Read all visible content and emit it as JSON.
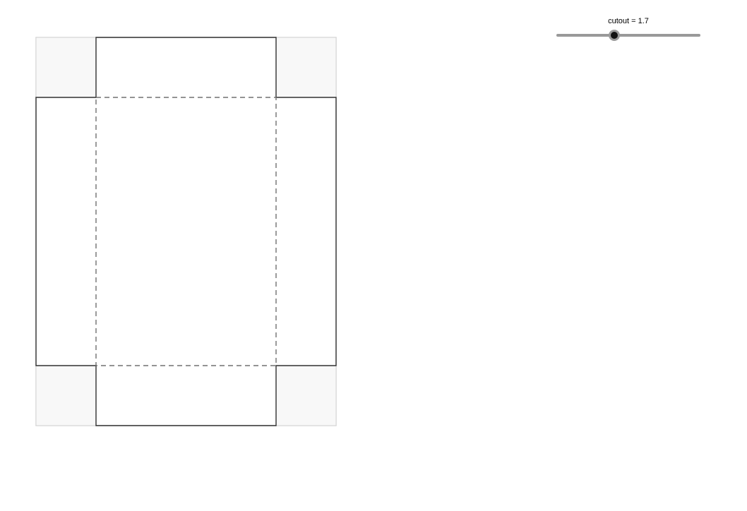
{
  "slider": {
    "name": "cutout",
    "label": "cutout = 1.7",
    "value": 1.7,
    "fraction": 0.4
  },
  "colors": {
    "corner_fill": "#f8f8f8",
    "corner_stroke": "#d9d9d9",
    "cut_line": "#333333",
    "fold_line": "#707070",
    "slider_track": "#999999",
    "slider_thumb": "#111111"
  }
}
